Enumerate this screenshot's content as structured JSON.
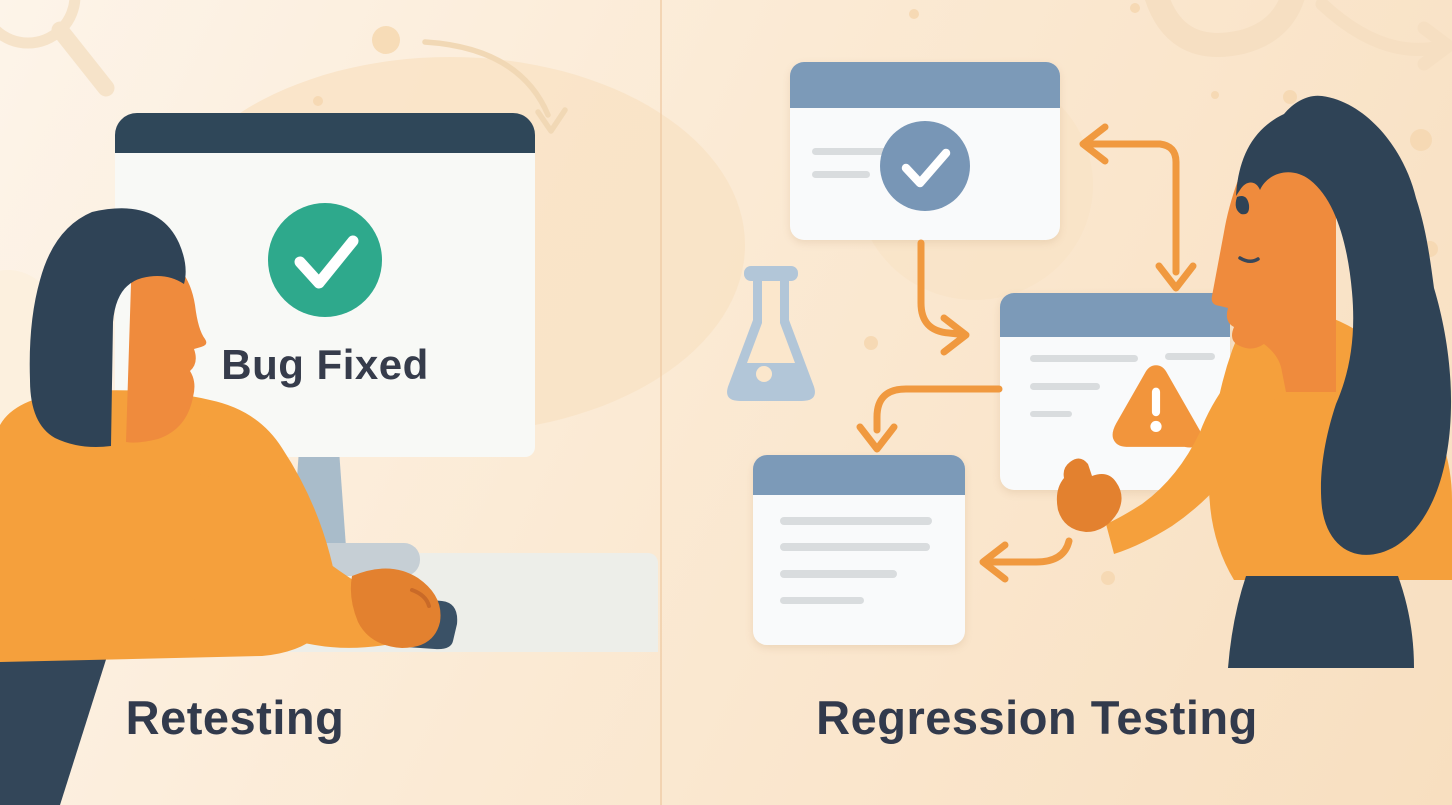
{
  "illustration": {
    "left_panel": {
      "label": "Retesting",
      "monitor": {
        "screen_text": "Bug Fixed",
        "screen_icon": "check-circle",
        "icon_color": "#2EA98C"
      },
      "person": "man seated at desk using mouse"
    },
    "right_panel": {
      "label": "Regression Testing",
      "person": "woman pointing at warning window",
      "flow_nodes": [
        {
          "name": "window-check",
          "icon": "check-circle"
        },
        {
          "name": "window-warning",
          "icon": "warning-triangle"
        },
        {
          "name": "window-document",
          "icon": "text-lines"
        }
      ],
      "flow_edges": [
        "window-check to window-warning",
        "window-warning to window-document",
        "window-document loop back toward window-warning",
        "return arrow into window-check and down into window-warning"
      ],
      "decor": [
        "flask-icon",
        "magnifier-icon",
        "curved-arrow-decor",
        "dots"
      ]
    },
    "colors": {
      "background_top": "#FDF4E9",
      "background_bottom": "#F8DFC0",
      "accent_orange": "#F0993F",
      "skin_orange": "#EF8B3D",
      "shirt_orange": "#F5A03C",
      "navy": "#2F4356",
      "window_header_blue": "#7C9AB8",
      "check_green": "#2EA98C",
      "flask_blue": "#B2C6D8",
      "label_text": "#323A4C"
    }
  }
}
